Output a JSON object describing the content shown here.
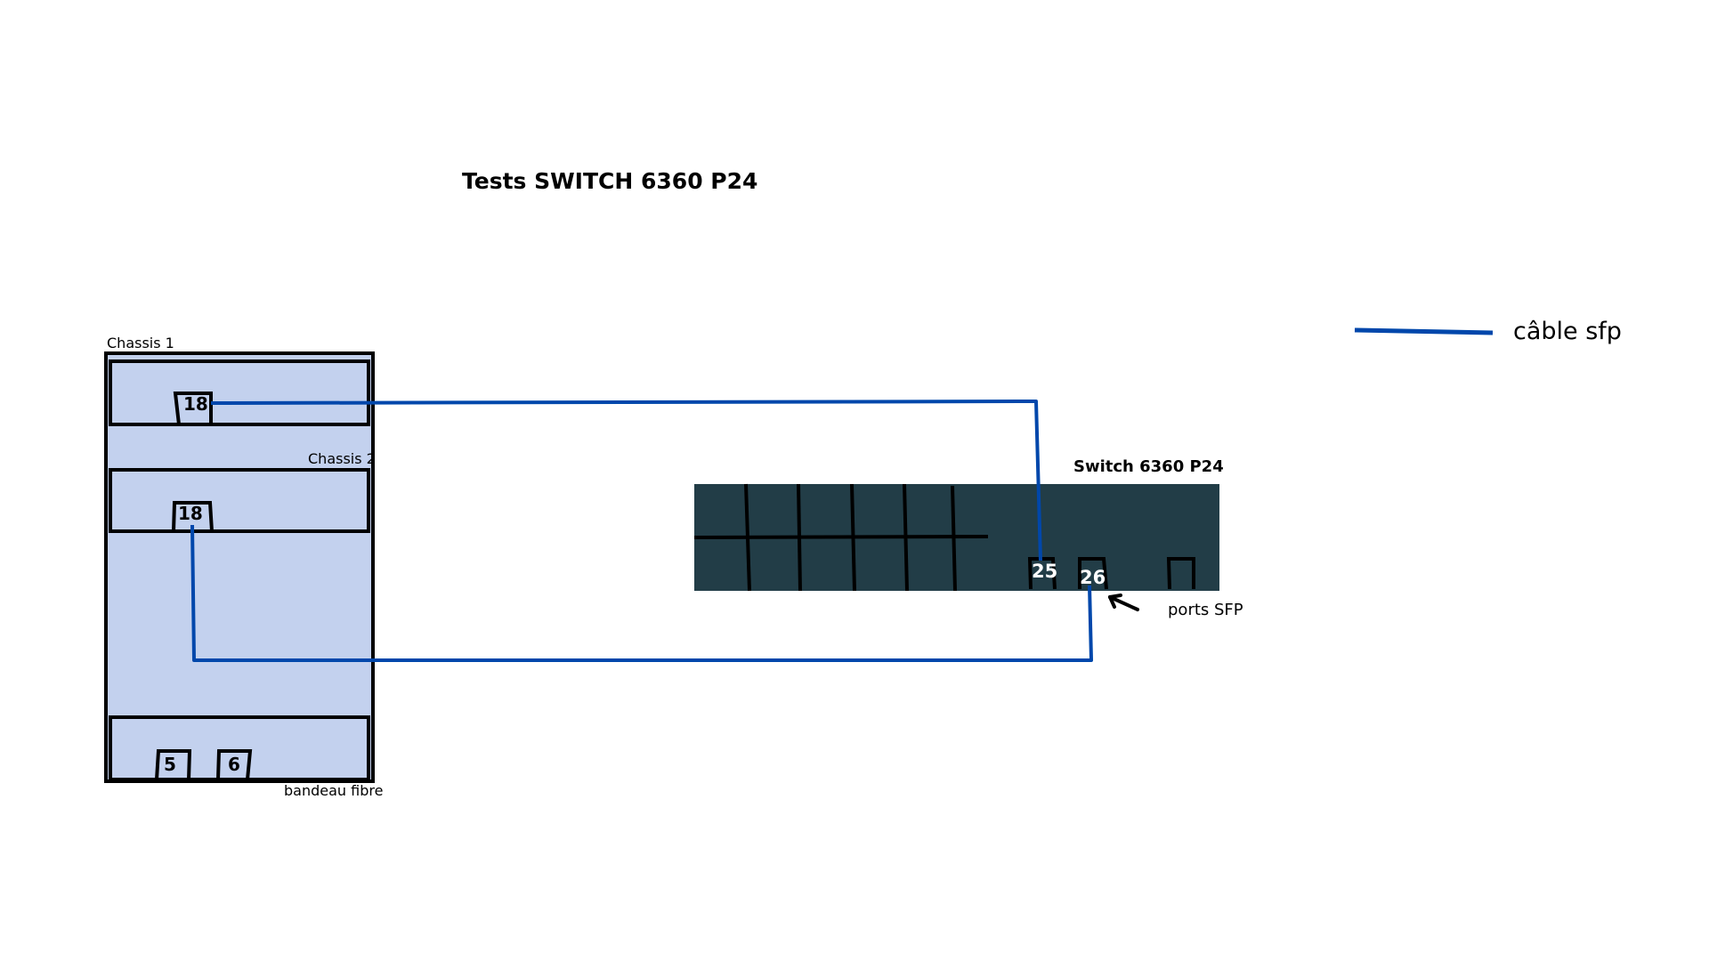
{
  "diagram": {
    "title": "Tests SWITCH 6360 P24",
    "colors": {
      "cable": "#0047ab",
      "chassis_fill": "#c3d1ee",
      "switch_fill": "#223d47",
      "outline": "#000000"
    },
    "chassis_rack": {
      "chassis1_label": "Chassis 1",
      "chassis2_label": "Chassis 2",
      "fiber_panel_label": "bandeau fibre",
      "chassis1_port": "18",
      "chassis2_port": "18",
      "fiber_port_a": "5",
      "fiber_port_b": "6"
    },
    "switch": {
      "label": "Switch 6360 P24",
      "port_a": "25",
      "port_b": "26",
      "sfp_label": "ports SFP"
    },
    "legend": {
      "label": "câble sfp",
      "icon": "blue-line"
    },
    "connections": [
      {
        "from": "Chassis 1 port 18",
        "to": "Switch port 25"
      },
      {
        "from": "Chassis 2 port 18",
        "to": "Switch port 26"
      }
    ]
  }
}
